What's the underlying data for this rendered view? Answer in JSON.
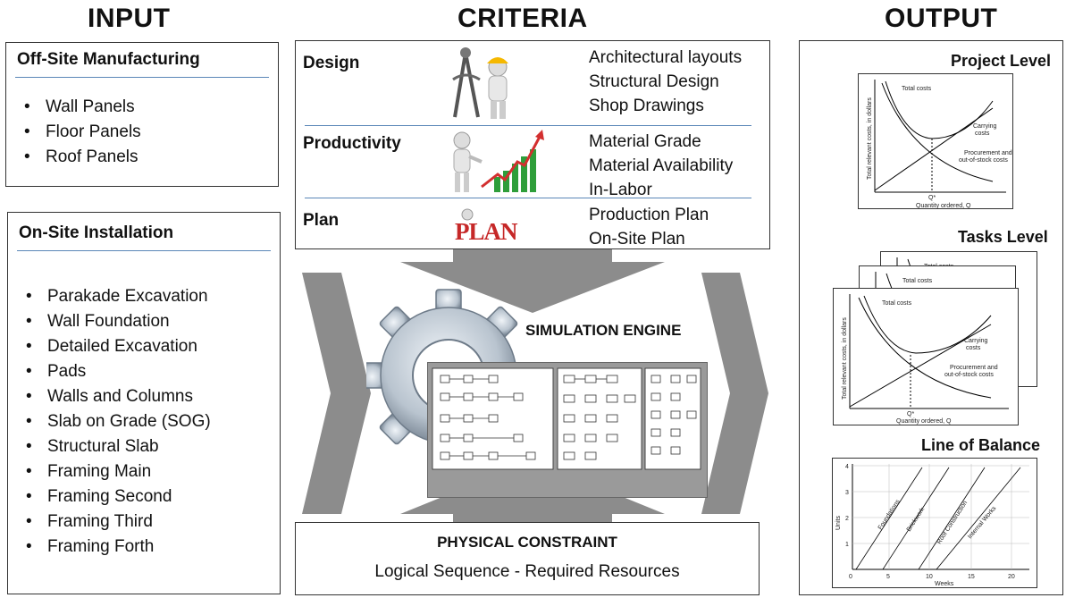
{
  "headers": {
    "input": "INPUT",
    "criteria": "CRITERIA",
    "output": "OUTPUT"
  },
  "input": {
    "offsite": {
      "title": "Off-Site Manufacturing",
      "items": [
        "Wall Panels",
        "Floor Panels",
        "Roof Panels"
      ]
    },
    "onsite": {
      "title": "On-Site Installation",
      "items": [
        "Parakade Excavation",
        "Wall Foundation",
        "Detailed Excavation",
        "Pads",
        "Walls and Columns",
        "Slab on Grade (SOG)",
        "Structural Slab",
        "Framing Main",
        "Framing Second",
        "Framing Third",
        "Framing Forth"
      ]
    }
  },
  "criteria": [
    {
      "label": "Design",
      "items": [
        "Architectural layouts",
        "Structural Design",
        "Shop Drawings"
      ],
      "icon": "drafting-engineer-icon"
    },
    {
      "label": "Productivity",
      "items": [
        "Material Grade",
        "Material Availability",
        "In-Labor"
      ],
      "icon": "growth-chart-icon"
    },
    {
      "label": "Plan",
      "items": [
        "Production Plan",
        "On-Site Plan"
      ],
      "icon": "plan-icon",
      "icon_text": "PLAN"
    }
  ],
  "engine": {
    "label": "SIMULATION ENGINE"
  },
  "constraint": {
    "title": "PHYSICAL CONSTRAINT",
    "subtitle": "Logical Sequence - Required Resources"
  },
  "output": {
    "project_level": "Project Level",
    "tasks_level": "Tasks Level",
    "line_of_balance": "Line of Balance",
    "cost_graph": {
      "total_costs": "Total costs",
      "carrying_costs": [
        "Carrying",
        "costs"
      ],
      "procurement": [
        "Procurement and",
        "out-of-stock costs"
      ],
      "ylabel": "Total relevant costs, in dollars",
      "xlabel": "Quantity ordered, Q",
      "q_star": "Q*"
    },
    "lob": {
      "ylabel": "Units",
      "xlabel": "Weeks",
      "y_ticks": [
        "1",
        "2",
        "3",
        "4"
      ],
      "x_ticks": [
        "0",
        "5",
        "10",
        "15",
        "20"
      ],
      "lines": [
        "Foundations",
        "Brickwork",
        "Roof Construction",
        "Internal Works"
      ]
    }
  },
  "colors": {
    "arrow_gray": "#8c8c8c",
    "rule_blue": "#5b87b8",
    "plan_red": "#c62828",
    "growth_green": "#2e9e3a",
    "growth_red": "#d32f2f"
  }
}
